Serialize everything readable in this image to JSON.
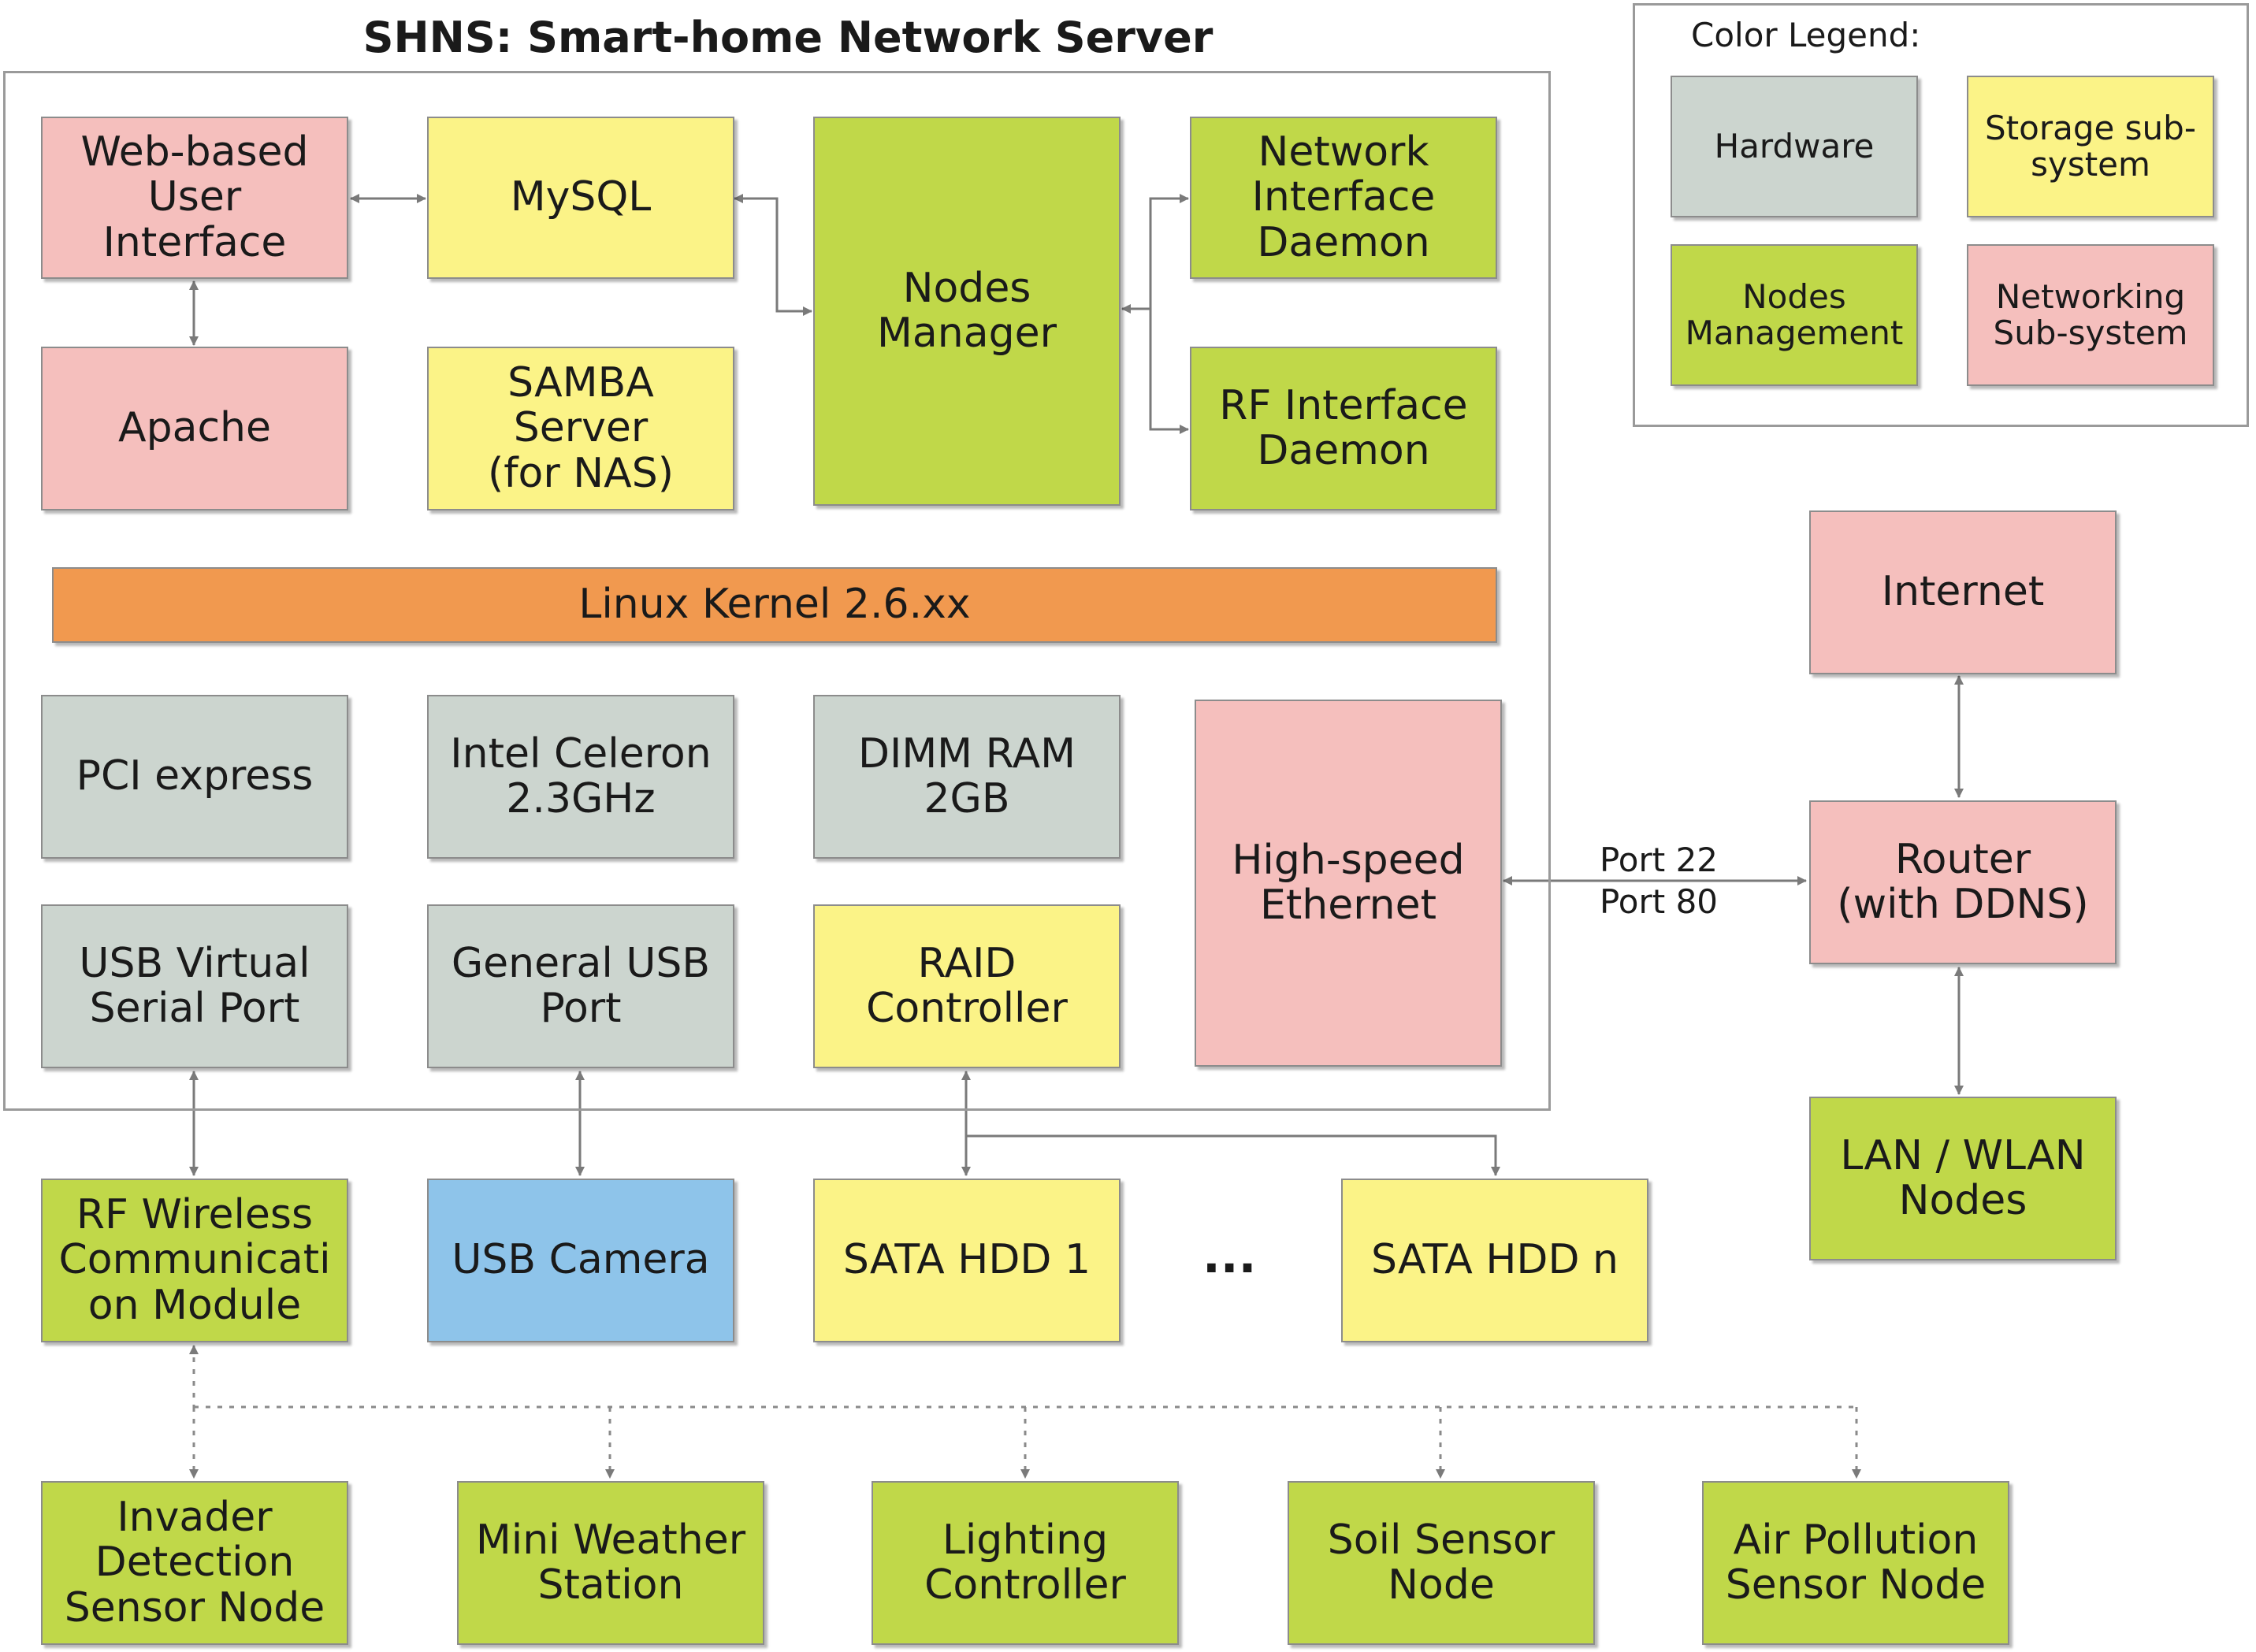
{
  "title": "SHNS: Smart-home Network Server",
  "legend": {
    "heading": "Color Legend:",
    "hardware": "Hardware",
    "storage": "Storage sub-\nsystem",
    "nodes_mgmt": "Nodes\nManagement",
    "networking": "Networking\nSub-system"
  },
  "colors": {
    "hardware": "#ccd5cf",
    "storage": "#fbf387",
    "nodes_management": "#c0d849",
    "networking": "#f5bfbd",
    "kernel": "#f1994f",
    "camera": "#8ec4ea"
  },
  "server": {
    "web_ui": "Web-based\nUser\nInterface",
    "mysql": "MySQL",
    "nodes_manager": "Nodes\nManager",
    "network_daemon": "Network\nInterface\nDaemon",
    "apache": "Apache",
    "samba": "SAMBA Server\n(for NAS)",
    "rf_daemon": "RF Interface\nDaemon",
    "kernel": "Linux Kernel 2.6.xx",
    "pci": "PCI express",
    "cpu": "Intel Celeron\n2.3GHz",
    "ram": "DIMM RAM\n2GB",
    "ethernet": "High-speed\nEthernet",
    "usb_serial": "USB Virtual\nSerial Port",
    "usb_general": "General USB\nPort",
    "raid": "RAID\nController"
  },
  "external": {
    "internet": "Internet",
    "router": "Router\n(with DDNS)",
    "lan": "LAN / WLAN\nNodes",
    "ports": "Port 22\nPort 80"
  },
  "peripherals": {
    "rf_module": "RF Wireless\nCommunicati\non Module",
    "usb_camera": "USB Camera",
    "hdd1": "SATA HDD 1",
    "ellipsis": "...",
    "hddn": "SATA HDD n"
  },
  "sensor_nodes": {
    "invader": "Invader\nDetection\nSensor Node",
    "weather": "Mini Weather\nStation",
    "lighting": "Lighting\nController",
    "soil": "Soil Sensor\nNode",
    "air": "Air Pollution\nSensor Node"
  }
}
